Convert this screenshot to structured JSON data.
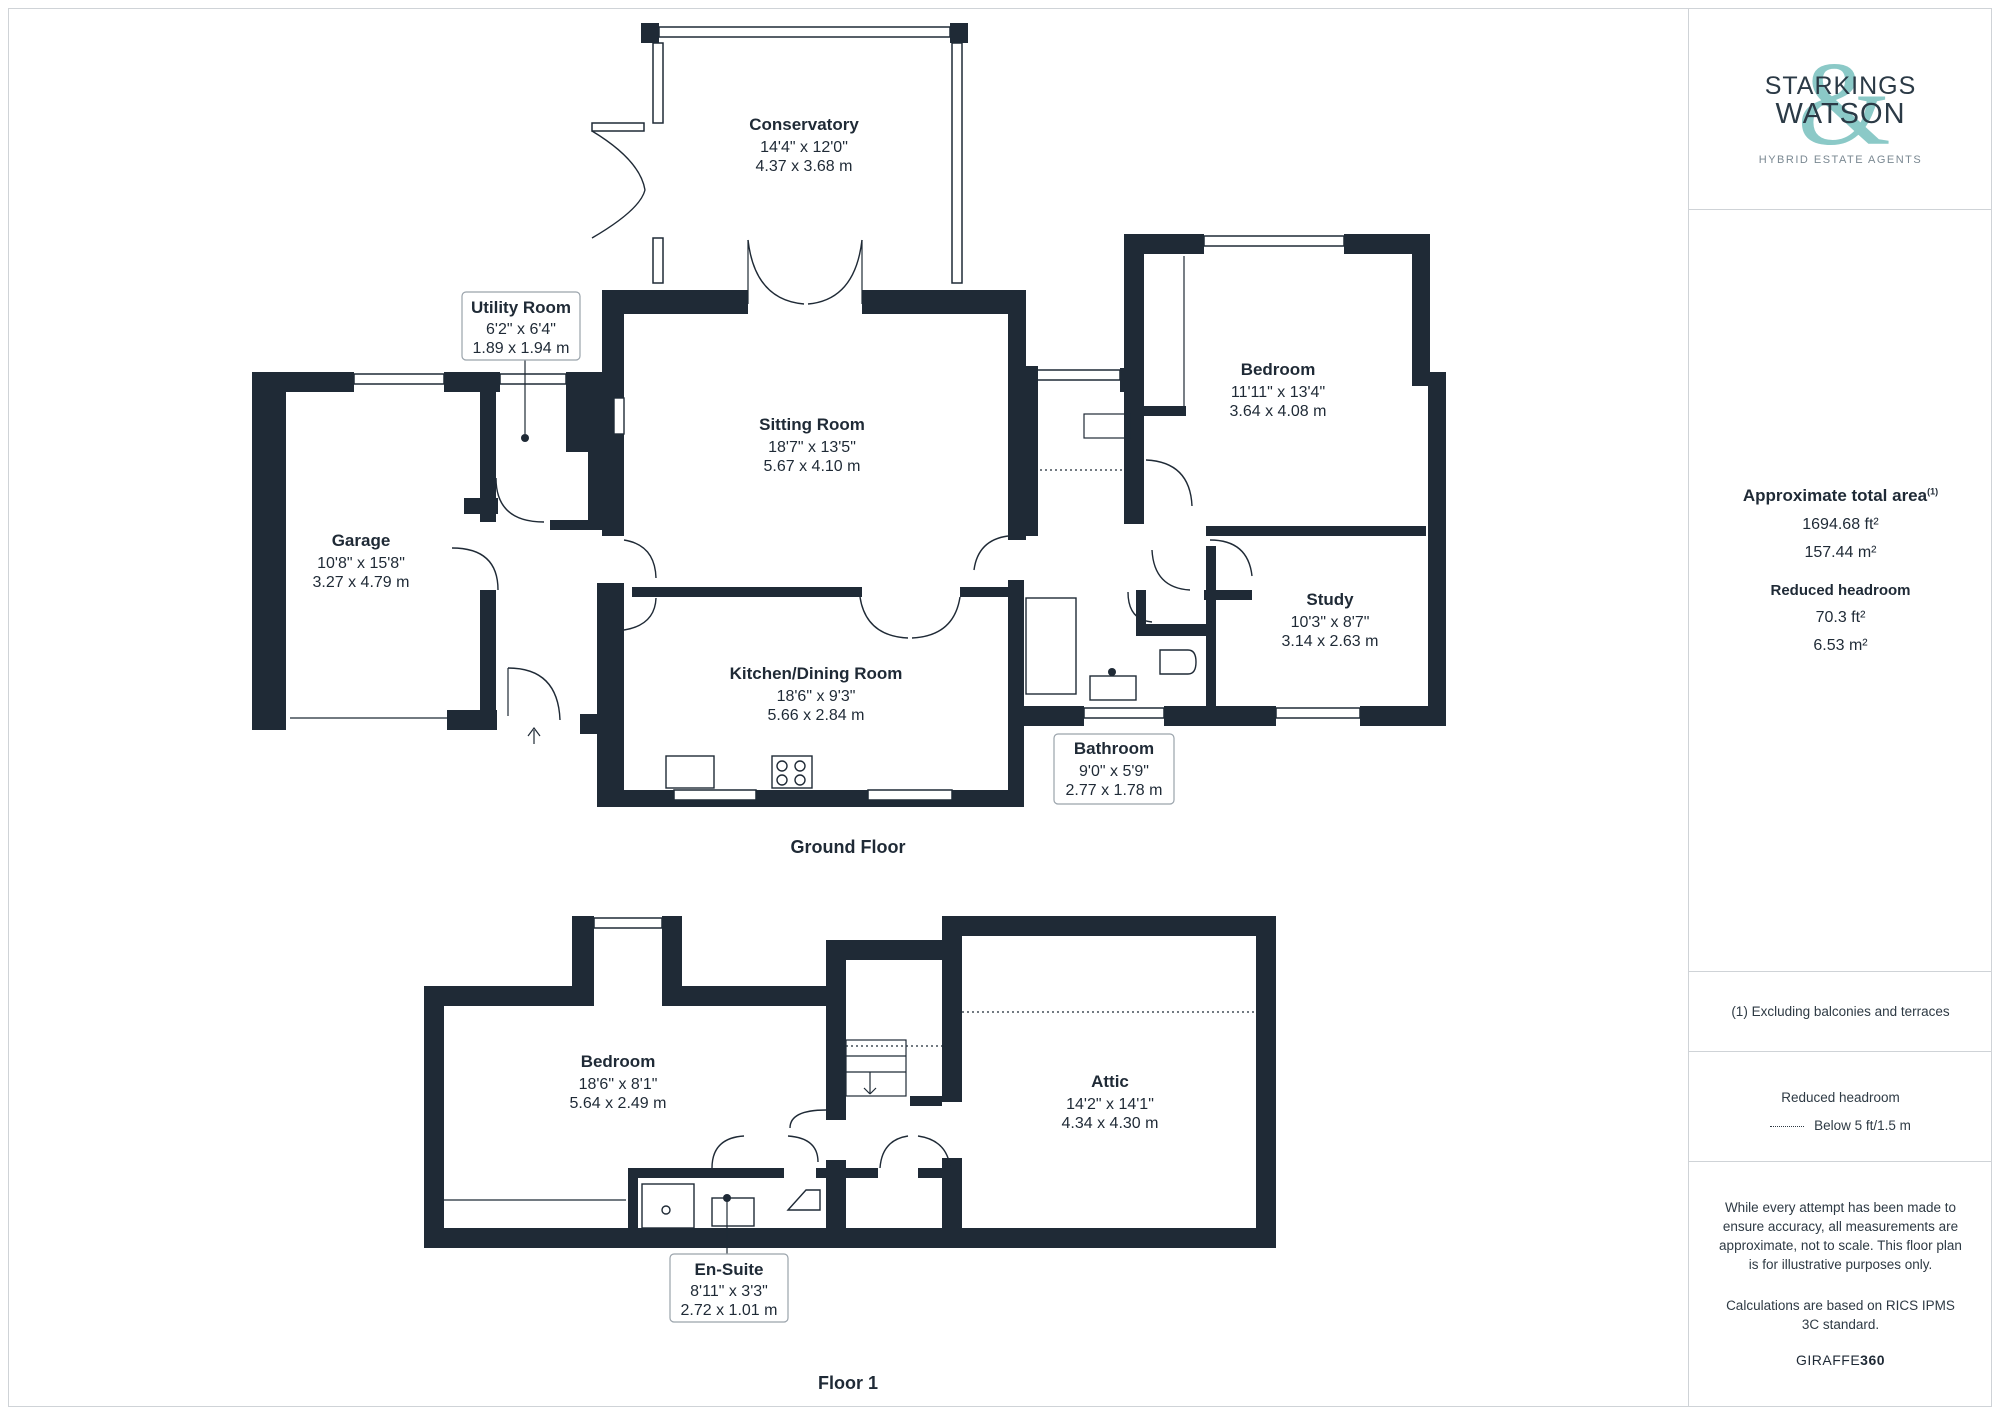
{
  "ground_floor": {
    "title": "Ground Floor",
    "rooms": {
      "conservatory": {
        "name": "Conservatory",
        "imperial": "14'4\" x 12'0\"",
        "metric": "4.37 x 3.68 m"
      },
      "utility": {
        "name": "Utility Room",
        "imperial": "6'2\" x 6'4\"",
        "metric": "1.89 x 1.94 m"
      },
      "sitting": {
        "name": "Sitting Room",
        "imperial": "18'7\" x 13'5\"",
        "metric": "5.67 x 4.10 m"
      },
      "bedroom": {
        "name": "Bedroom",
        "imperial": "11'11\" x 13'4\"",
        "metric": "3.64 x 4.08 m"
      },
      "garage": {
        "name": "Garage",
        "imperial": "10'8\" x 15'8\"",
        "metric": "3.27 x 4.79 m"
      },
      "study": {
        "name": "Study",
        "imperial": "10'3\" x 8'7\"",
        "metric": "3.14 x 2.63 m"
      },
      "kitchen": {
        "name": "Kitchen/Dining Room",
        "imperial": "18'6\" x 9'3\"",
        "metric": "5.66 x 2.84 m"
      },
      "bathroom": {
        "name": "Bathroom",
        "imperial": "9'0\" x 5'9\"",
        "metric": "2.77 x 1.78 m"
      }
    }
  },
  "floor_1": {
    "title": "Floor 1",
    "rooms": {
      "bedroom": {
        "name": "Bedroom",
        "imperial": "18'6\" x 8'1\"",
        "metric": "5.64 x 2.49 m"
      },
      "attic": {
        "name": "Attic",
        "imperial": "14'2\" x 14'1\"",
        "metric": "4.34 x 4.30 m"
      },
      "ensuite": {
        "name": "En-Suite",
        "imperial": "8'11\" x 3'3\"",
        "metric": "2.72 x 1.01 m"
      }
    }
  },
  "sidebar": {
    "logo": {
      "line1": "STARKINGS",
      "line2": "WATSON",
      "tagline": "HYBRID ESTATE AGENTS",
      "accent_color": "#7fc4c2"
    },
    "area": {
      "heading": "Approximate total area",
      "footnote_mark": "(1)",
      "ft": "1694.68 ft²",
      "m": "157.44 m²",
      "reduced_heading": "Reduced headroom",
      "reduced_ft": "70.3 ft²",
      "reduced_m": "6.53 m²"
    },
    "note": "(1) Excluding balconies and terraces",
    "legend": {
      "title": "Reduced headroom",
      "item": "Below 5 ft/1.5 m"
    },
    "disclaimer": "While every attempt has been made to ensure accuracy, all measurements are approximate, not to scale. This floor plan is for illustrative purposes only.",
    "calc_note": "Calculations are based on RICS IPMS 3C standard.",
    "brand": {
      "part1": "GIRAFFE",
      "part2": "360"
    }
  }
}
